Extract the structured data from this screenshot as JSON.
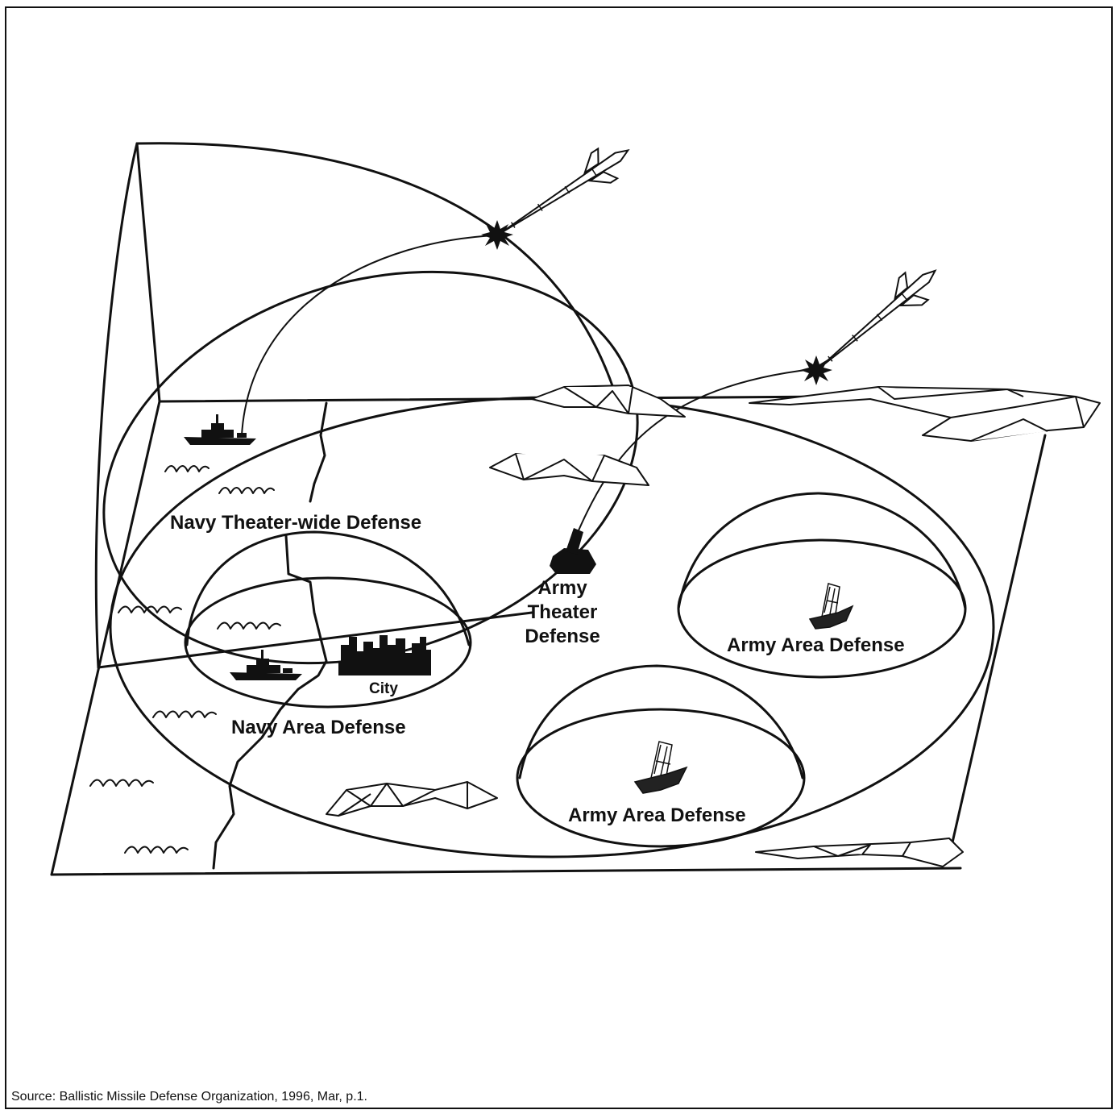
{
  "labels": {
    "navy_theater_wide": "Navy Theater-wide Defense",
    "army_theater_line1": "Army",
    "army_theater_line2": "Theater",
    "army_theater_line3": "Defense",
    "army_area_1": "Army Area Defense",
    "army_area_2": "Army Area Defense",
    "navy_area": "Navy Area Defense",
    "city": "City"
  },
  "source": "Source:  Ballistic Missile Defense Organization, 1996, Mar, p.1.",
  "icons": [
    "ship-icon",
    "city-skyline-icon",
    "missile-icon",
    "explosion-icon",
    "launcher-icon",
    "radar-icon",
    "wave-icon",
    "landmass-icon"
  ],
  "colors": {
    "ink": "#111111",
    "background": "#ffffff"
  }
}
